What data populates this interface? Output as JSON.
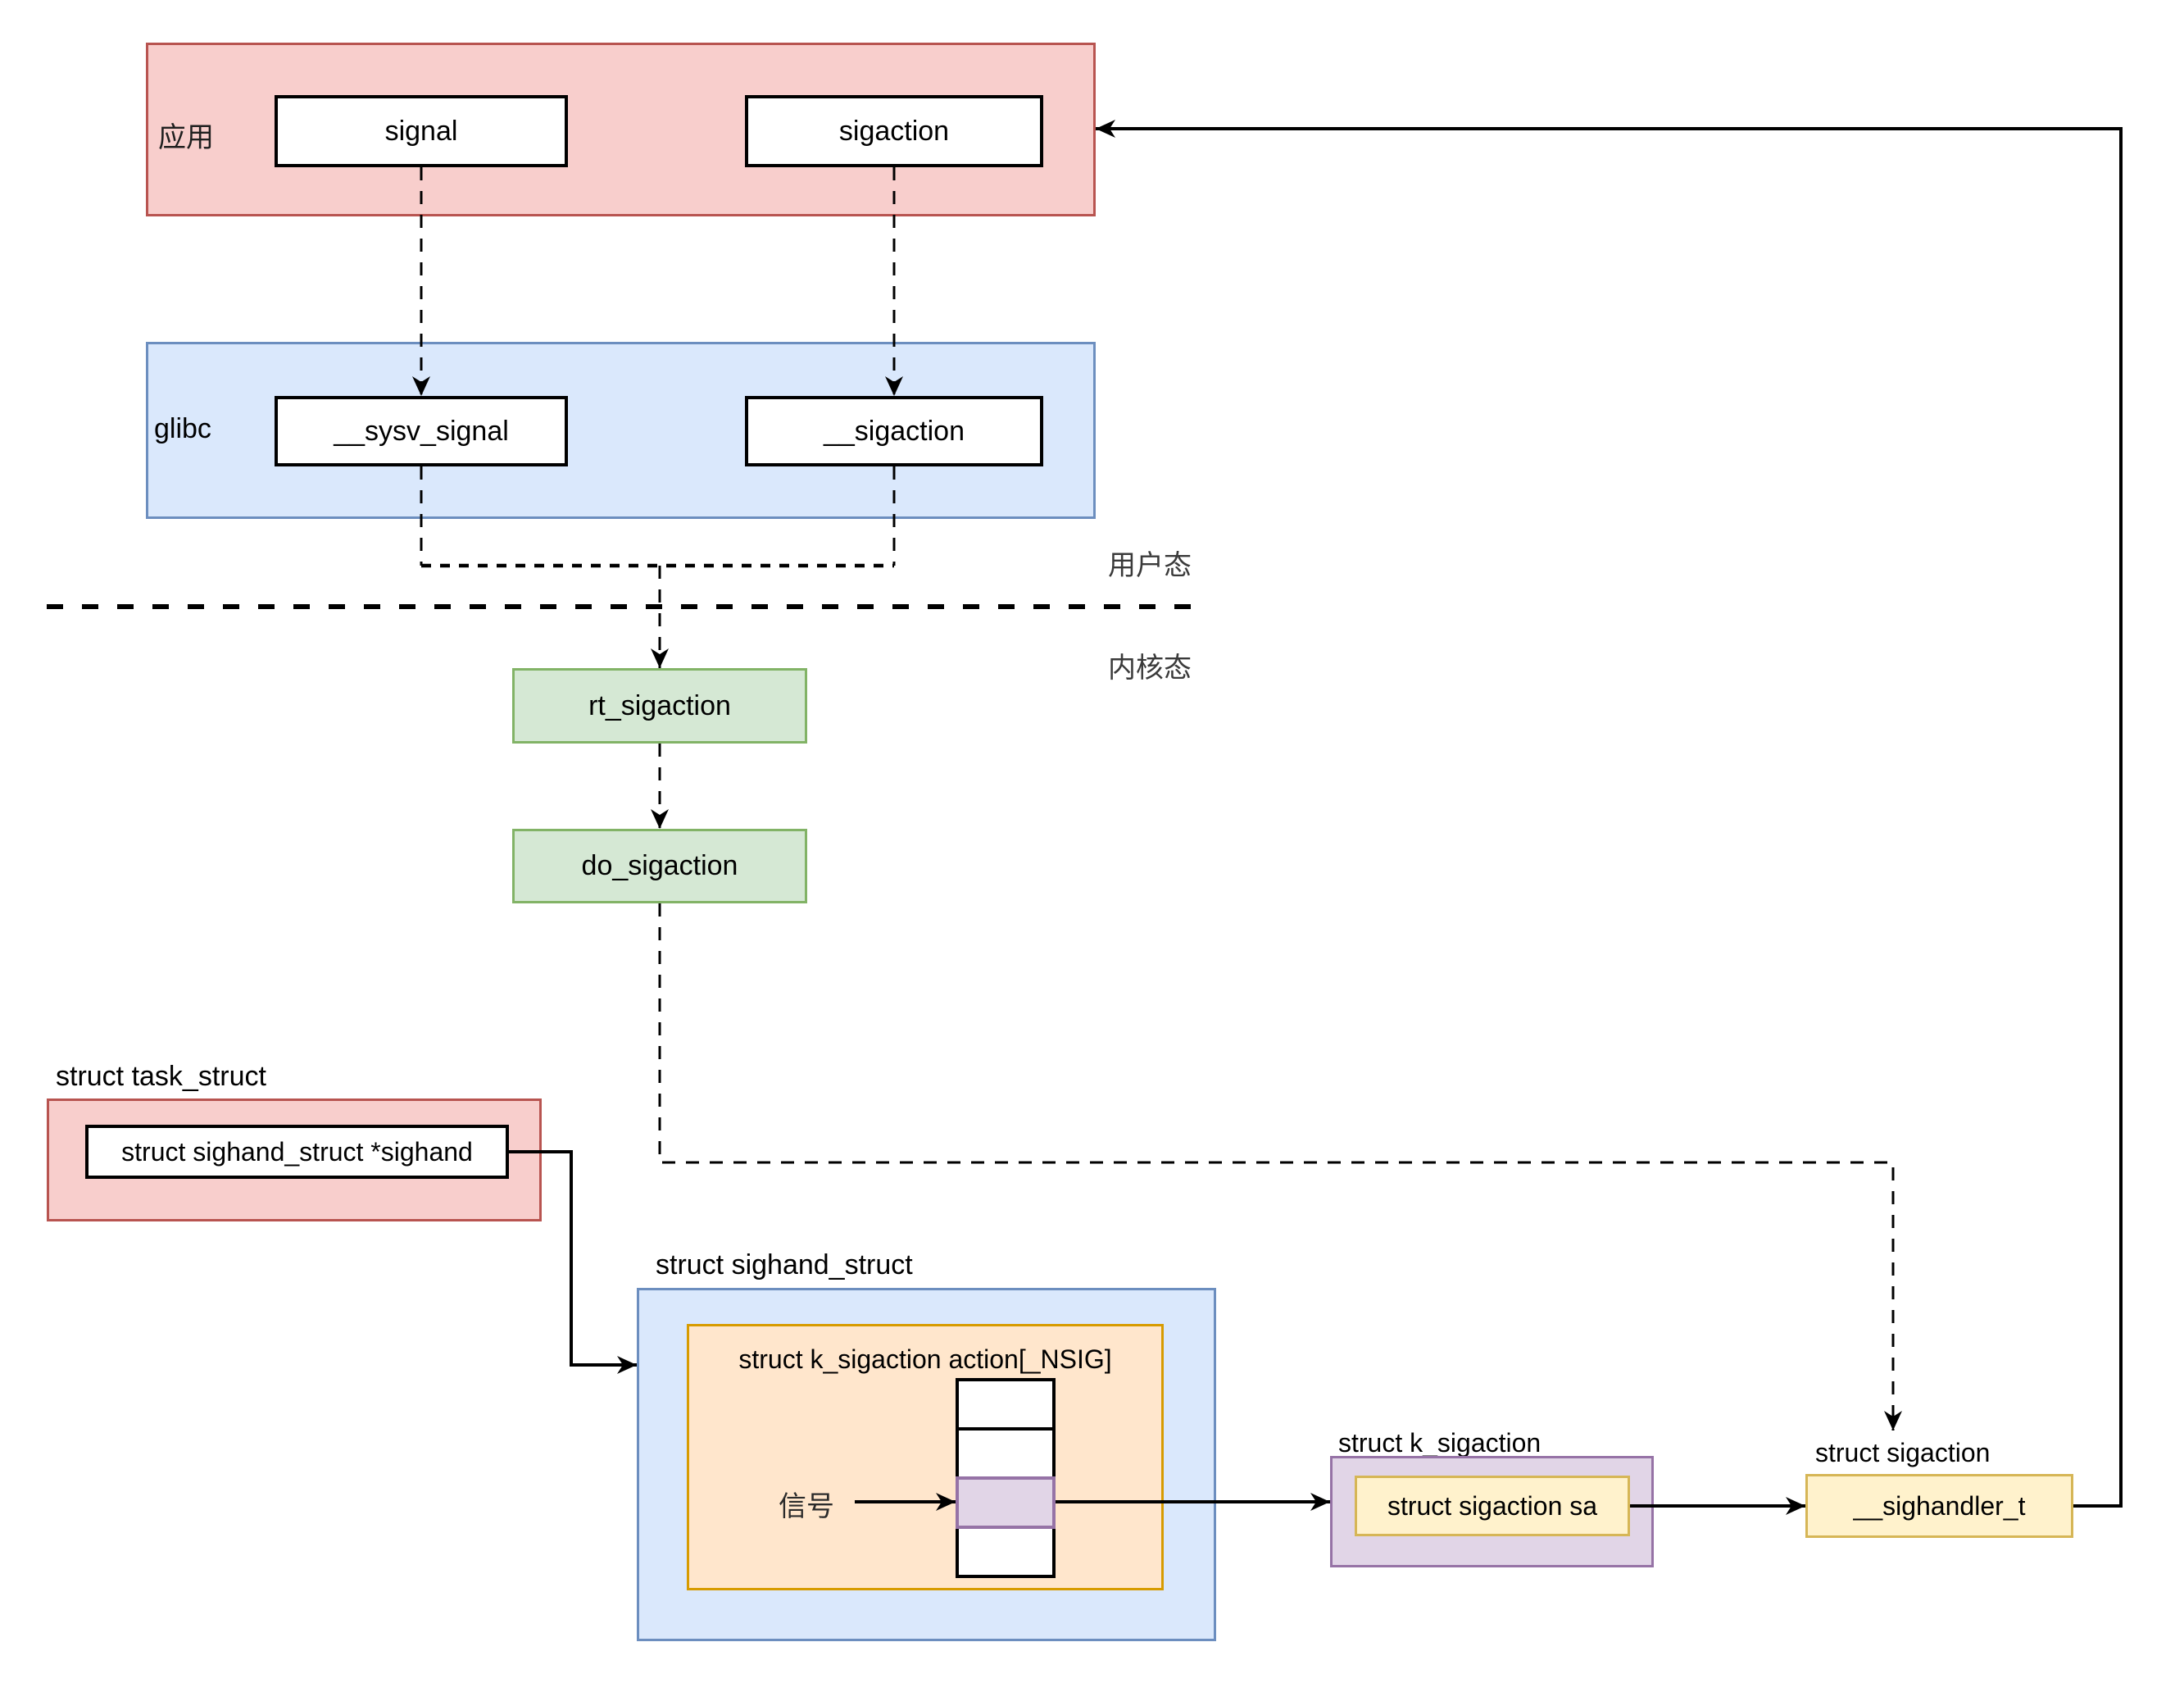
{
  "layers": {
    "app": {
      "label": "应用"
    },
    "glibc": {
      "label": "glibc"
    }
  },
  "nodes": {
    "signal": {
      "label": "signal"
    },
    "sigaction": {
      "label": "sigaction"
    },
    "sysv_signal": {
      "label": "__sysv_signal"
    },
    "glibc_sigaction": {
      "label": "__sigaction"
    },
    "rt_sigaction": {
      "label": "rt_sigaction"
    },
    "do_sigaction": {
      "label": "do_sigaction"
    },
    "sighand_pointer": {
      "label": "struct sighand_struct *sighand"
    },
    "action_array_title": {
      "label": "struct k_sigaction action[_NSIG]"
    },
    "sigaction_sa": {
      "label": "struct sigaction sa"
    },
    "sighandler_t": {
      "label": "__sighandler_t"
    }
  },
  "captions": {
    "task_struct": "struct task_struct",
    "sighand_struct": "struct sighand_struct",
    "k_sigaction": "struct k_sigaction",
    "struct_sigaction": "struct sigaction",
    "user_mode": "用户态",
    "kernel_mode": "内核态",
    "signal_word": "信号"
  },
  "signal_array": {
    "cell_count": 4,
    "highlighted_cell": 3
  },
  "colors": {
    "red_fill": "#f8cecc",
    "red_stroke": "#b85450",
    "blue_fill": "#dae8fc",
    "blue_stroke": "#6c8ebf",
    "green_fill": "#d5e8d4",
    "green_stroke": "#82b366",
    "orange_fill": "#ffe6cc",
    "orange_stroke": "#d79b00",
    "purple_fill": "#e1d5e7",
    "purple_stroke": "#9673a6",
    "yellow_fill": "#fff2cc",
    "yellow_stroke": "#d6b656",
    "line": "#000000"
  }
}
